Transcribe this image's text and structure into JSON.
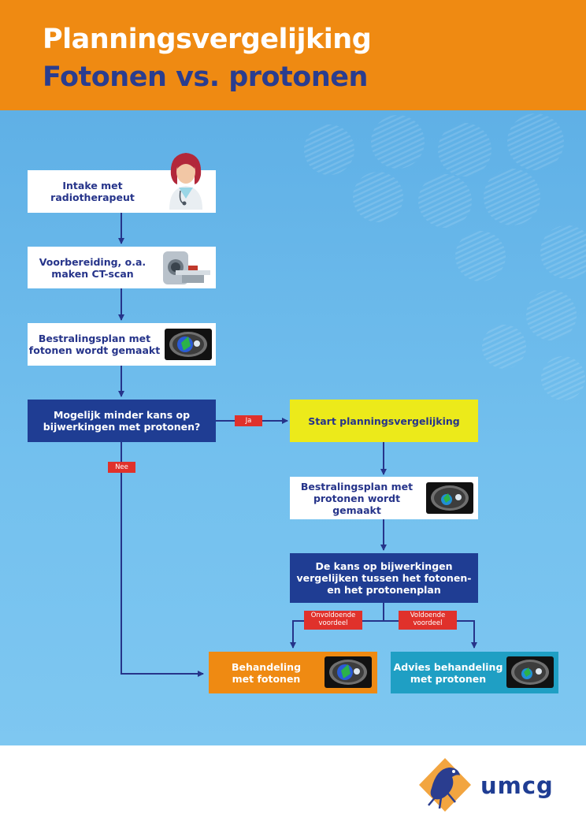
{
  "header": {
    "title_line1": "Planningsvergelijking",
    "title_line2": "Fotonen vs. protonen"
  },
  "steps": {
    "intake": "Intake met\nradiotherapeut",
    "prep": "Voorbereiding, o.a.\nmaken CT-scan",
    "photon_plan": "Bestralingsplan met\nfotonen wordt gemaakt",
    "decision": "Mogelijk minder kans op\nbijwerkingen met protonen?",
    "start_compare": "Start planningsvergelijking",
    "proton_plan": "Bestralingsplan met\nprotonen wordt gemaakt",
    "compare": "De kans op bijwerkingen\nvergelijken tussen het fotonen-\nen het protonenplan",
    "treat_photons": "Behandeling\nmet fotonen",
    "advise_protons": "Advies behandeling\nmet protonen"
  },
  "labels": {
    "yes": "Ja",
    "no": "Nee",
    "insufficient": "Onvoldoende\nvoordeel",
    "sufficient": "Voldoende\nvoordeel"
  },
  "logo": {
    "text": "umcg"
  },
  "colors": {
    "header": "#ef8a12",
    "title_accent": "#2a3d8f",
    "background": "#6cbcec",
    "navy": "#1f3d93",
    "yellow": "#ecea1a",
    "orange": "#ef8a12",
    "teal": "#1f9fc4",
    "tag_red": "#e0312b"
  },
  "icons": {
    "intake": "doctor-icon",
    "prep": "ct-scanner-icon",
    "scan": "ct-scan-image-icon"
  }
}
